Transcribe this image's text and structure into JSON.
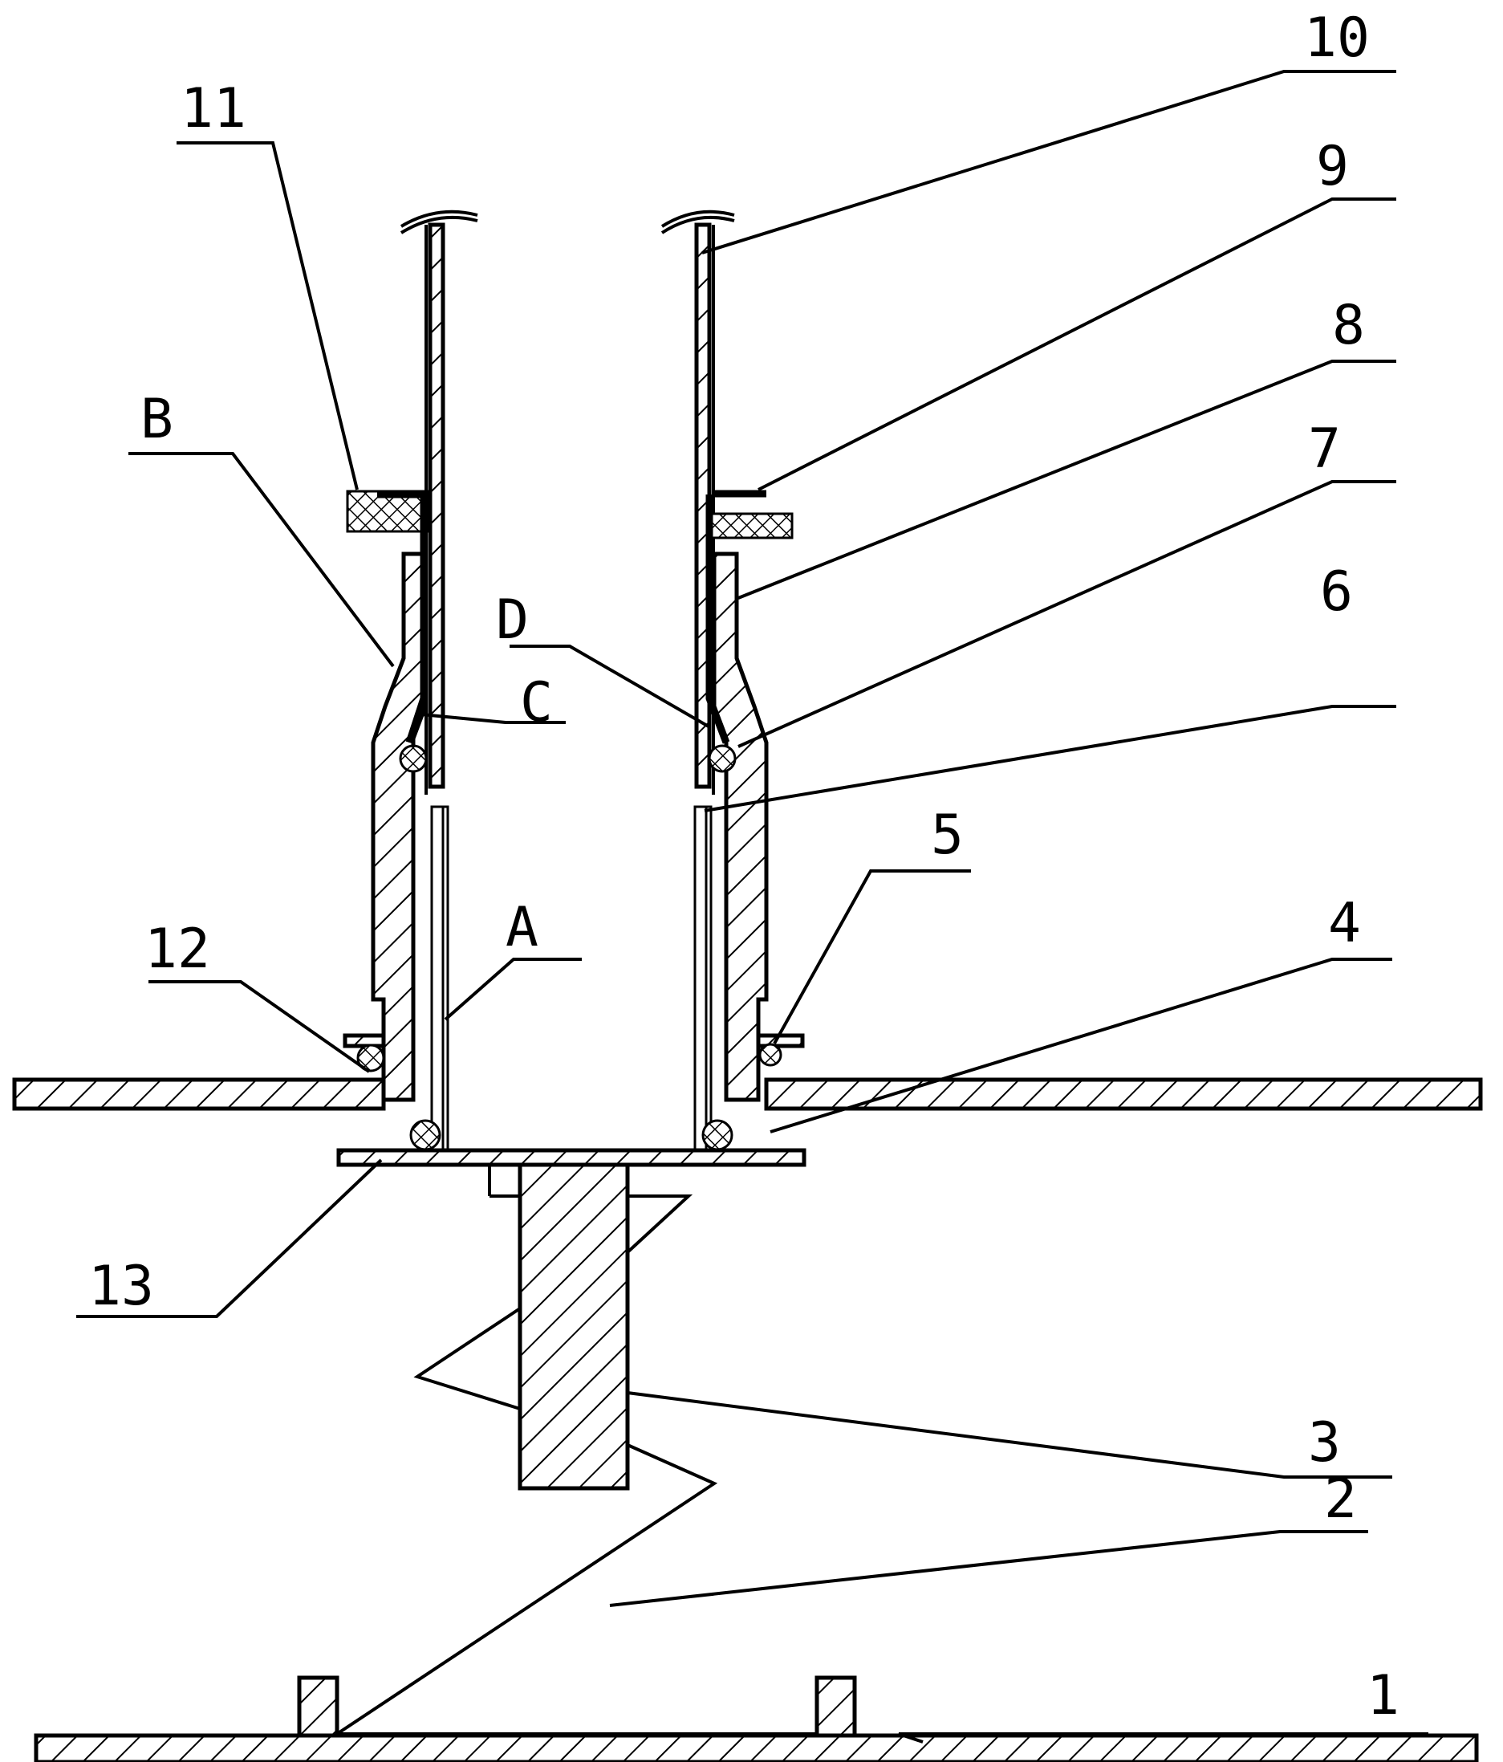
{
  "labels": {
    "l1": "1",
    "l2": "2",
    "l3": "3",
    "l4": "4",
    "l5": "5",
    "l6": "6",
    "l7": "7",
    "l8": "8",
    "l9": "9",
    "l10": "10",
    "l11": "11",
    "l12": "12",
    "l13": "13",
    "lA": "A",
    "lB": "B",
    "lC": "C",
    "lD": "D"
  },
  "colors": {
    "ink": "#000000",
    "paper": "#ffffff"
  }
}
